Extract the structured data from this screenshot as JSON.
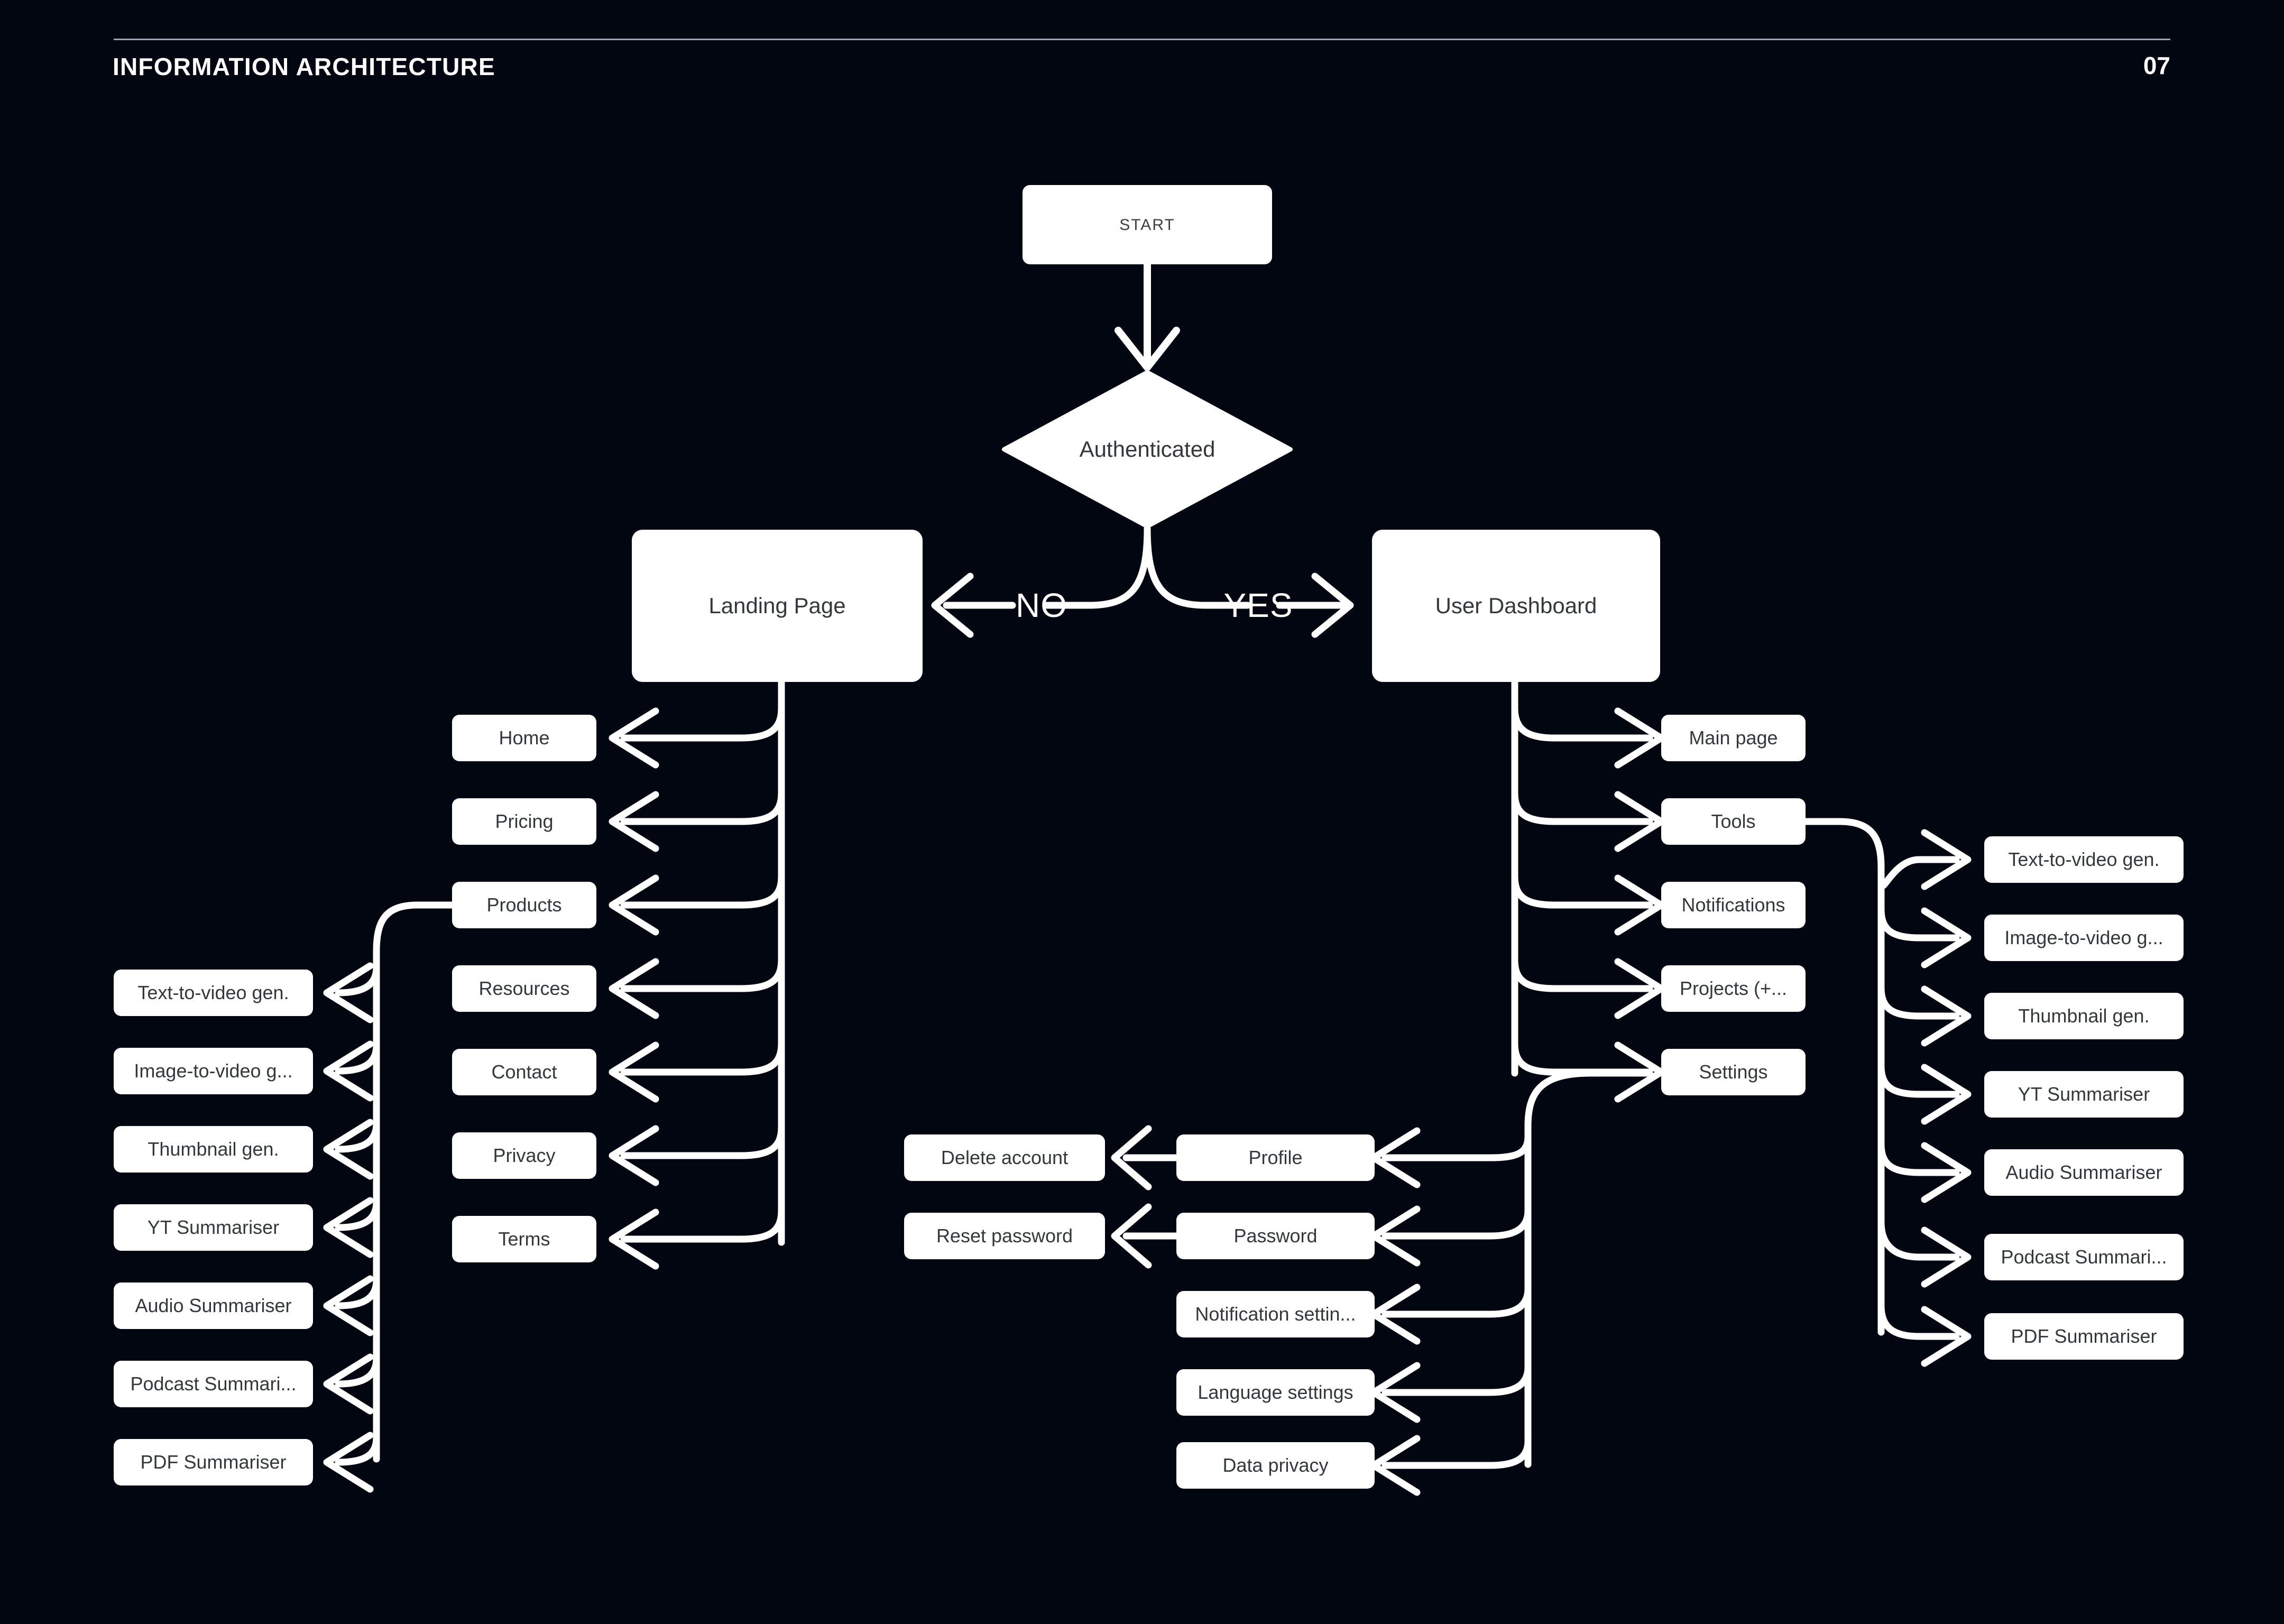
{
  "header": {
    "title": "INFORMATION ARCHITECTURE",
    "page_number": "07"
  },
  "colors": {
    "background": "#020610",
    "node_fill": "#ffffff",
    "node_text": "#33383d",
    "edge": "#ffffff",
    "rule": "#9aa3b2",
    "header_text": "#ffffff"
  },
  "diagram": {
    "type": "flowchart",
    "start": {
      "label": "START"
    },
    "decision": {
      "label": "Authenticated"
    },
    "branch_no": {
      "label": "NO"
    },
    "branch_yes": {
      "label": "YES"
    },
    "landing_page": {
      "label": "Landing Page"
    },
    "user_dashboard": {
      "label": "User Dashboard"
    },
    "landing_children": [
      {
        "label": "Home"
      },
      {
        "label": "Pricing"
      },
      {
        "label": "Products"
      },
      {
        "label": "Resources"
      },
      {
        "label": "Contact"
      },
      {
        "label": "Privacy"
      },
      {
        "label": "Terms"
      }
    ],
    "products_children": [
      {
        "label": "Text-to-video gen."
      },
      {
        "label": "Image-to-video g..."
      },
      {
        "label": "Thumbnail gen."
      },
      {
        "label": "YT Summariser"
      },
      {
        "label": "Audio Summariser"
      },
      {
        "label": "Podcast Summari..."
      },
      {
        "label": "PDF Summariser"
      }
    ],
    "dashboard_children": [
      {
        "label": "Main page"
      },
      {
        "label": "Tools"
      },
      {
        "label": "Notifications"
      },
      {
        "label": "Projects (+..."
      },
      {
        "label": "Settings"
      }
    ],
    "tools_children": [
      {
        "label": "Text-to-video gen."
      },
      {
        "label": "Image-to-video g..."
      },
      {
        "label": "Thumbnail gen."
      },
      {
        "label": "YT Summariser"
      },
      {
        "label": "Audio Summariser"
      },
      {
        "label": "Podcast Summari..."
      },
      {
        "label": "PDF Summariser"
      }
    ],
    "settings_children": [
      {
        "label": "Profile"
      },
      {
        "label": "Password"
      },
      {
        "label": "Notification settin..."
      },
      {
        "label": "Language settings"
      },
      {
        "label": "Data privacy"
      }
    ],
    "profile_children": [
      {
        "label": "Delete account"
      }
    ],
    "password_children": [
      {
        "label": "Reset password"
      }
    ]
  }
}
